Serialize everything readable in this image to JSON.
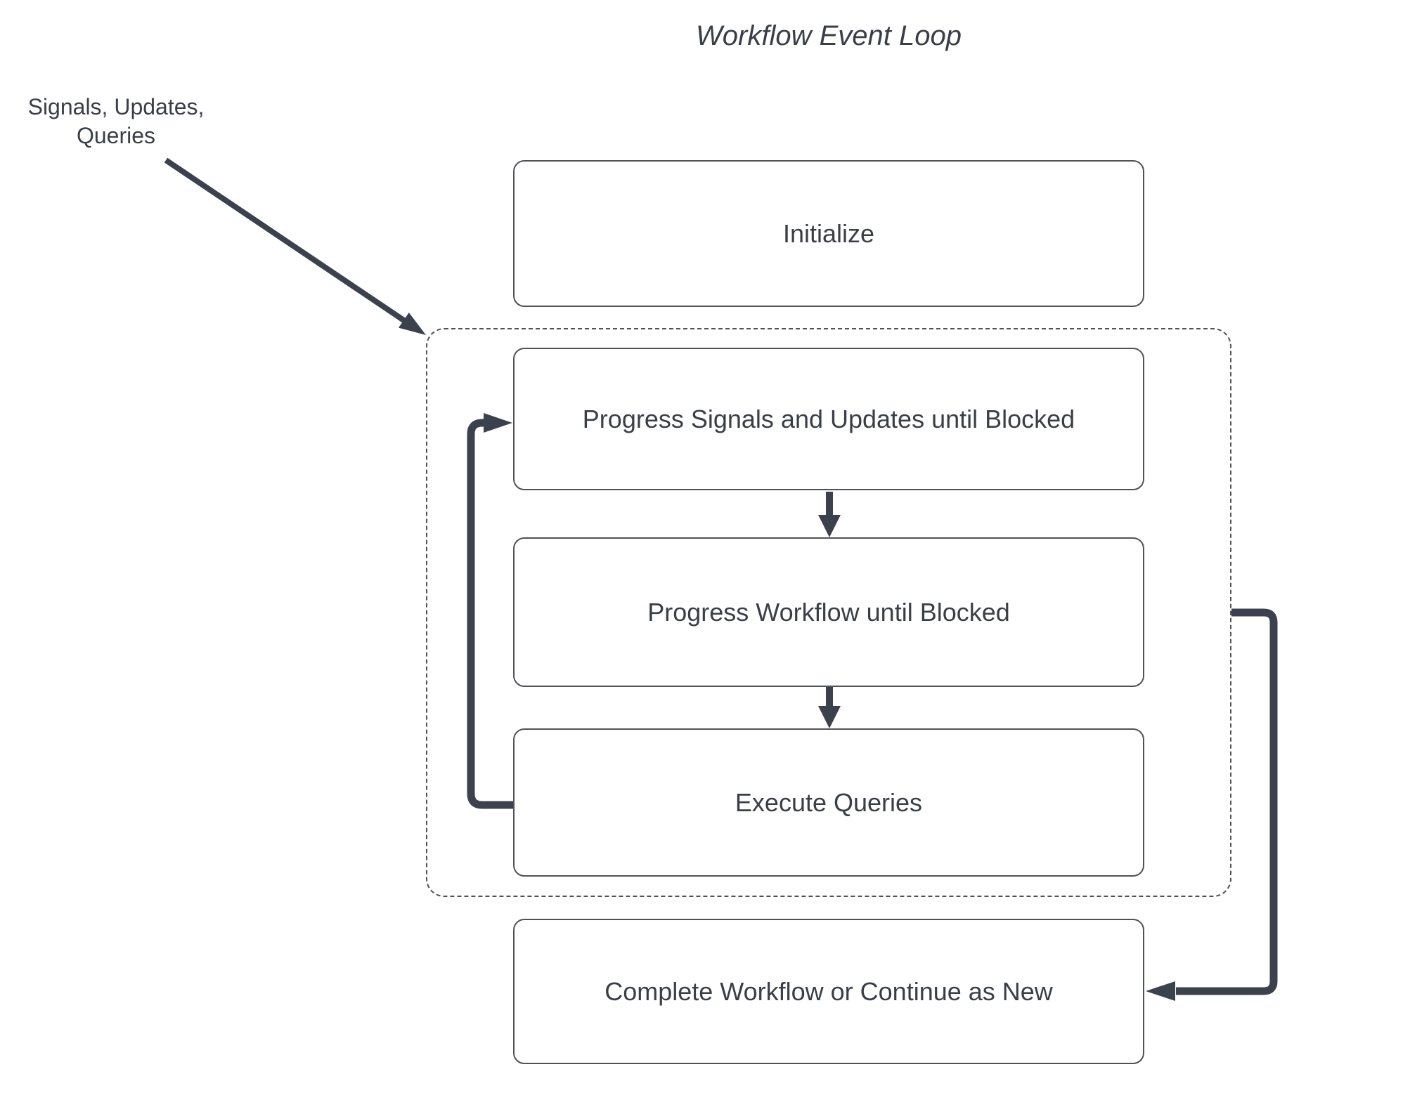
{
  "diagram": {
    "title": "Workflow Event Loop",
    "external_label": {
      "line1": "Signals, Updates,",
      "line2": "Queries"
    },
    "nodes": {
      "initialize": "Initialize",
      "progress_signals": "Progress Signals and Updates until Blocked",
      "progress_workflow": "Progress Workflow until Blocked",
      "execute_queries": "Execute Queries",
      "complete": "Complete Workflow or Continue as New"
    },
    "connectors": {
      "external_to_loop": "signals-updates-queries-into-event-loop",
      "signals_to_workflow": "progress-signals-to-progress-workflow",
      "workflow_to_queries": "progress-workflow-to-execute-queries",
      "queries_loop_back": "execute-queries-back-to-progress-signals",
      "loop_to_complete": "event-loop-to-complete-workflow"
    },
    "colors": {
      "connector": "#3b414d",
      "box_border": "#4f5256",
      "text": "#3a3f47",
      "background": "#ffffff"
    }
  }
}
